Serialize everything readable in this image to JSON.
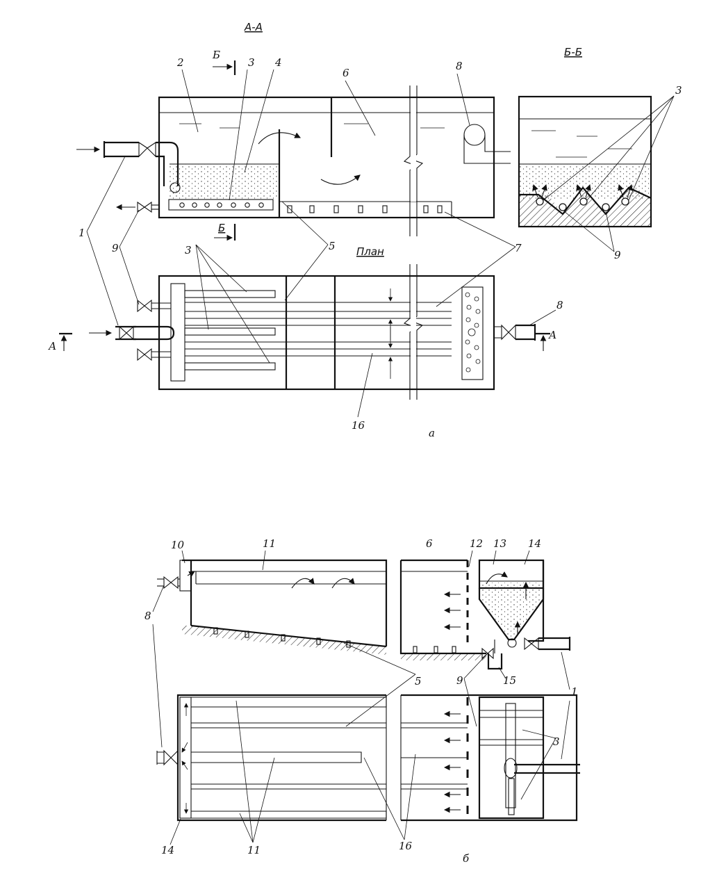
{
  "titles": {
    "section_aa": "А-А",
    "section_bb": "Б-Б",
    "plan": "План",
    "variant_a": "а",
    "variant_b": "б"
  },
  "section_marks": {
    "b_top": "Б",
    "b_bottom": "Б",
    "a_left": "А",
    "a_right": "А"
  },
  "callouts": {
    "n1": "1",
    "n2": "2",
    "n3": "3",
    "n4": "4",
    "n5": "5",
    "n6": "6",
    "n7": "7",
    "n8": "8",
    "n9": "9",
    "n10": "10",
    "n11": "11",
    "n12": "12",
    "n13": "13",
    "n14": "14",
    "n15": "15",
    "n16": "16"
  }
}
